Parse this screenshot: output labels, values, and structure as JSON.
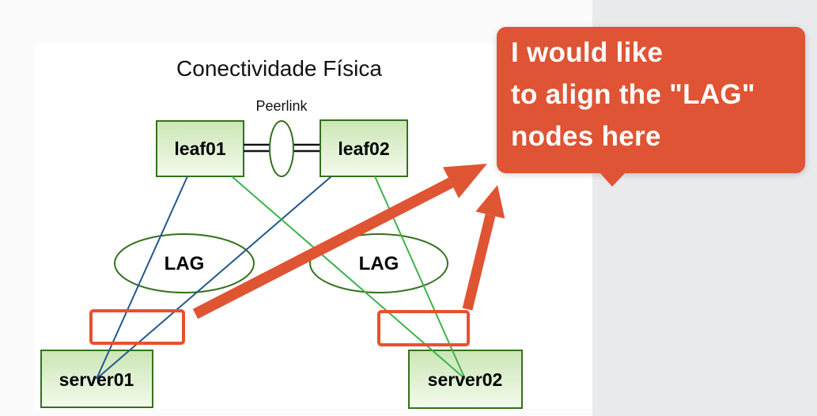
{
  "diagram": {
    "title": "Conectividade Física",
    "peerlink_label": "Peerlink",
    "nodes": {
      "leaf01": "leaf01",
      "leaf02": "leaf02",
      "server01": "server01",
      "server02": "server02",
      "lag_left": "LAG",
      "lag_right": "LAG"
    }
  },
  "annotation": {
    "lines": [
      "I would like",
      "to align the \"LAG\"",
      "nodes here"
    ]
  },
  "colors": {
    "bubble_fill": "#df5434",
    "arrow_fill": "#df5433",
    "highlight_box_border": "#e8502d",
    "edge_blue": "#24588a",
    "edge_green": "#3db24a",
    "node_border": "#35701d",
    "node_fill_top": "#cbe6b6",
    "node_fill_bottom": "#f3fbec",
    "side_panel": "#e9eaec",
    "canvas": "#ffffff",
    "page_background": "#fbfbfb",
    "text_on_bubble": "#ffffff"
  }
}
